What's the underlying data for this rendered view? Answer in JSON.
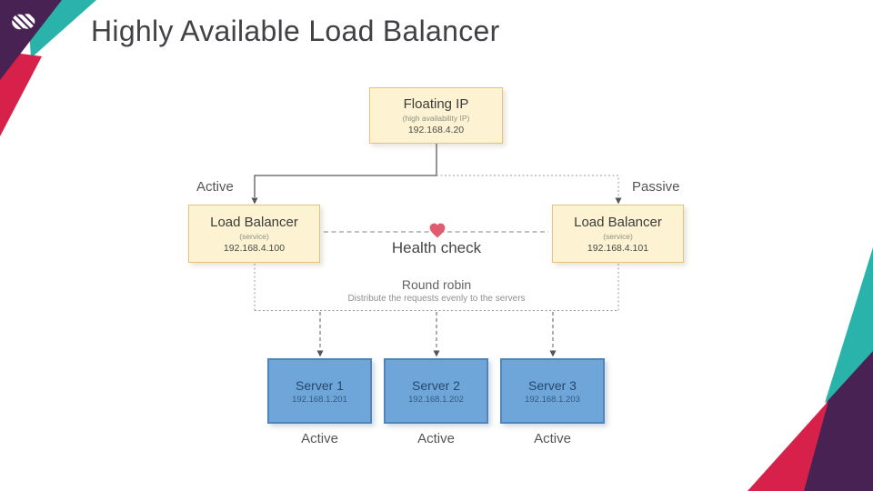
{
  "slide": {
    "title": "Highly Available Load Balancer"
  },
  "colors": {
    "purple": "#482253",
    "teal": "#2AB3AB",
    "crimson": "#D8214A",
    "node-yellow-bg": "#FDF3D2",
    "node-yellow-border": "#E8C17B",
    "node-blue-bg": "#6FA6D9",
    "node-blue-border": "#4E86BA",
    "heart": "#E05C6E"
  },
  "diagram": {
    "floating_ip": {
      "title": "Floating IP",
      "subtitle": "(high availability IP)",
      "ip": "192.168.4.20"
    },
    "lb_active": {
      "title": "Load Balancer",
      "subtitle": "(service)",
      "ip": "192.168.4.100",
      "state_label": "Active"
    },
    "lb_passive": {
      "title": "Load Balancer",
      "subtitle": "(service)",
      "ip": "192.168.4.101",
      "state_label": "Passive"
    },
    "health_check": {
      "label": "Health check",
      "icon": "heart-icon"
    },
    "round_robin": {
      "title": "Round robin",
      "subtitle": "Distribute the requests evenly to the servers"
    },
    "servers": [
      {
        "title": "Server 1",
        "ip": "192.168.1.201",
        "state_label": "Active"
      },
      {
        "title": "Server 2",
        "ip": "192.168.1.202",
        "state_label": "Active"
      },
      {
        "title": "Server 3",
        "ip": "192.168.1.203",
        "state_label": "Active"
      }
    ]
  }
}
